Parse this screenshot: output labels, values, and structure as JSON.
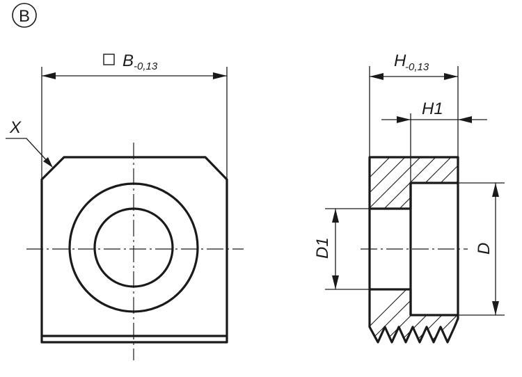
{
  "view_label": "B",
  "left_view": {
    "width_dim": {
      "symbol": "□",
      "main": "B",
      "tolerance": "-0,13"
    },
    "detail_label": "X"
  },
  "right_view": {
    "height_dim": {
      "main": "H",
      "tolerance": "-0,13"
    },
    "h1_label": "H1",
    "d1_label": "D1",
    "d_label": "D"
  }
}
